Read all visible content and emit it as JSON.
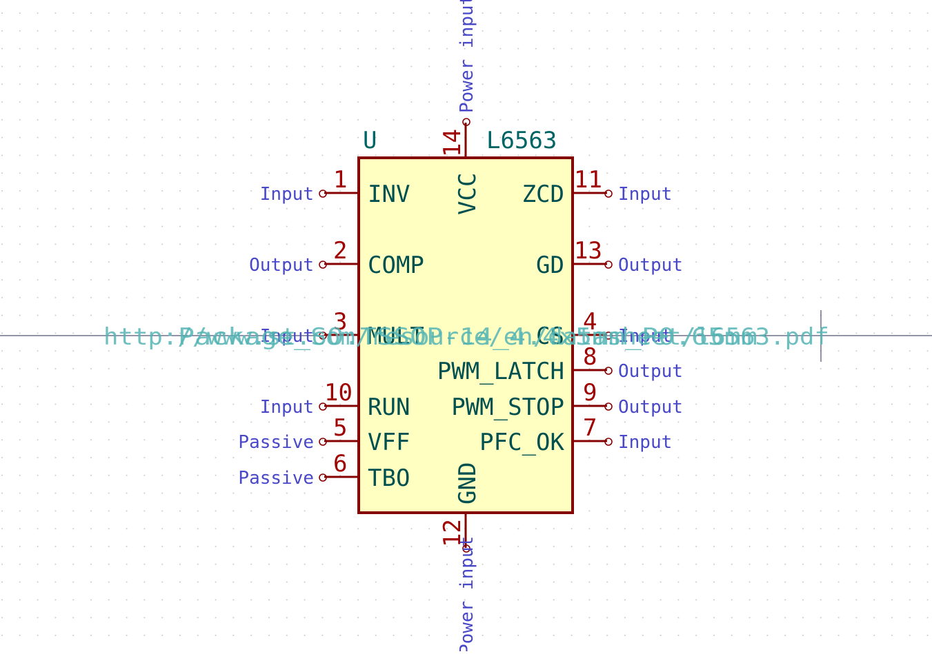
{
  "symbol": {
    "reference": "U",
    "value": "L6563",
    "footprint": "Package_SO:TSSOP-14_4.4x5mm_P0.65mm",
    "datasheet": "http://www.st.com/resource/en/datasheet/l6563.pdf"
  },
  "pins": {
    "inv": {
      "number": "1",
      "name": "INV",
      "type": "Input"
    },
    "comp": {
      "number": "2",
      "name": "COMP",
      "type": "Output"
    },
    "mult": {
      "number": "3",
      "name": "MULT",
      "type": "Input"
    },
    "cs": {
      "number": "4",
      "name": "CS",
      "type": "Input"
    },
    "vff": {
      "number": "5",
      "name": "VFF",
      "type": "Passive"
    },
    "tbo": {
      "number": "6",
      "name": "TBO",
      "type": "Passive"
    },
    "pfc_ok": {
      "number": "7",
      "name": "PFC_OK",
      "type": "Input"
    },
    "pwm_latch": {
      "number": "8",
      "name": "PWM_LATCH",
      "type": "Output"
    },
    "pwm_stop": {
      "number": "9",
      "name": "PWM_STOP",
      "type": "Output"
    },
    "run": {
      "number": "10",
      "name": "RUN",
      "type": "Input"
    },
    "zcd": {
      "number": "11",
      "name": "ZCD",
      "type": "Input"
    },
    "gnd": {
      "number": "12",
      "name": "GND",
      "type": "Power input"
    },
    "gd": {
      "number": "13",
      "name": "GD",
      "type": "Output"
    },
    "vcc": {
      "number": "14",
      "name": "VCC",
      "type": "Power input"
    }
  },
  "colors": {
    "body_fill": "#ffffc2",
    "body_stroke": "#840000",
    "pin_number": "#a00000",
    "pin_name": "#005050",
    "pin_type": "#4848c8",
    "field_text": "#006464",
    "hidden_field": "#55b4b4",
    "grid": "#c8c8c8",
    "axis": "#2a2a50"
  }
}
